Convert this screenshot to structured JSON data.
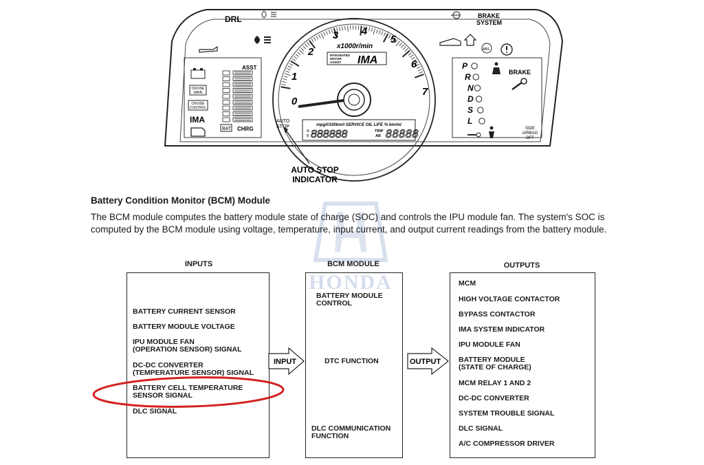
{
  "cluster": {
    "drl": "DRL",
    "brake_system": [
      "BRAKE",
      "SYSTEM"
    ],
    "asst": "ASST",
    "chrg": "CHRG",
    "bat": "BAT",
    "cruise_main": [
      "CRUISE",
      "MAIN"
    ],
    "cruise_control": [
      "CRUISE",
      "CONTROL"
    ],
    "ima": "IMA",
    "tach_numbers": [
      "0",
      "1",
      "2",
      "3",
      "4",
      "5",
      "6",
      "7"
    ],
    "rpm_label": "x1000r/min",
    "ima_badge_small": [
      "INTEGRATED",
      "MOTOR",
      "ASSIST"
    ],
    "ima_badge": "IMA",
    "lcd_top": "mpg/l/100km/l SERVICE OIL LIFE % km/mi",
    "lcd_a_b": [
      "A",
      "B"
    ],
    "lcd_odometer": "888888",
    "lcd_trip": [
      "TRIP",
      "AB"
    ],
    "lcd_trip_value": "88888",
    "auto_stop": [
      "AUTO",
      "STOP"
    ],
    "gears": [
      "P",
      "R",
      "N",
      "D",
      "S",
      "L"
    ],
    "brake": "BRAKE",
    "side_airbag": [
      "SIDE",
      "AIRBAG",
      "OFF"
    ],
    "callout": [
      "AUTO STOP",
      "INDICATOR"
    ]
  },
  "section": {
    "heading": "Battery Condition Monitor (BCM) Module",
    "description": "The BCM module computes the battery module state of charge (SOC) and controls the IPU module fan. The system's SOC is computed by the BCM module using voltage, temperature, input current, and output current readings from the battery module."
  },
  "watermark": "HONDA",
  "flow": {
    "inputs_title": "INPUTS",
    "bcm_title": "BCM MODULE",
    "outputs_title": "OUTPUTS",
    "inputs": [
      "BATTERY CURRENT SENSOR",
      "BATTERY MODULE VOLTAGE",
      "IPU MODULE FAN\n(OPERATION SENSOR) SIGNAL",
      "DC-DC CONVERTER\n(TEMPERATURE SENSOR) SIGNAL",
      "BATTERY CELL TEMPERATURE\nSENSOR SIGNAL",
      "DLC SIGNAL"
    ],
    "bcm_items": [
      "BATTERY MODULE\nCONTROL",
      "DTC FUNCTION",
      "DLC COMMUNICATION\nFUNCTION"
    ],
    "outputs": [
      "MCM",
      "HIGH VOLTAGE CONTACTOR",
      "BYPASS CONTACTOR",
      "IMA SYSTEM INDICATOR",
      "IPU MODULE FAN",
      "BATTERY MODULE\n(STATE OF CHARGE)",
      "MCM RELAY 1 AND 2",
      "DC-DC CONVERTER",
      "SYSTEM TROUBLE SIGNAL",
      "DLC SIGNAL",
      "A/C COMPRESSOR DRIVER"
    ],
    "input_arrow": "INPUT",
    "output_arrow": "OUTPUT"
  },
  "colors": {
    "highlight": "#d42020",
    "ink": "#1a1a1a",
    "watermark": "#c9d3e6"
  }
}
